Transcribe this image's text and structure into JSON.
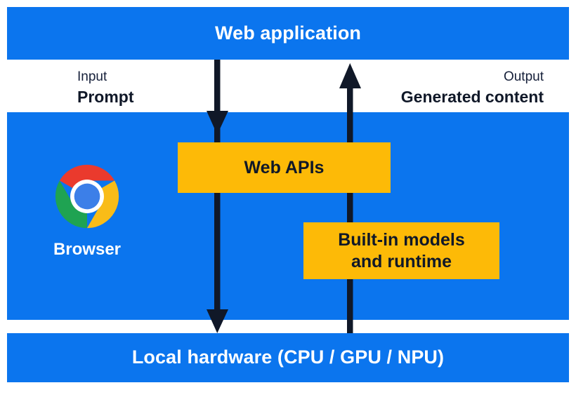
{
  "diagram": {
    "title": "Browser built-in AI architecture",
    "colors": {
      "blue": "#0B75EE",
      "yellow": "#FDBA07",
      "arrow_navy": "#101828",
      "white": "#FFFFFF"
    }
  },
  "bands": {
    "web_application": {
      "label": "Web application"
    },
    "browser": {
      "label": "Browser"
    },
    "local_hardware": {
      "label": "Local hardware (CPU / GPU / NPU)"
    }
  },
  "boxes": {
    "web_apis": {
      "label": "Web APIs"
    },
    "builtin_models": {
      "line1": "Built-in models",
      "line2": "and runtime"
    }
  },
  "annotations": {
    "input": {
      "kicker": "Input",
      "value": "Prompt"
    },
    "output": {
      "kicker": "Output",
      "value": "Generated content"
    }
  },
  "icons": {
    "chrome_logo": "chrome-logo-icon",
    "arrow_down": "arrow-down-icon",
    "arrow_up": "arrow-up-icon"
  },
  "flow": {
    "downstream": "Web application → Web APIs → Local hardware",
    "upstream": "Local hardware → Built-in models and runtime → Web APIs → Web application"
  }
}
